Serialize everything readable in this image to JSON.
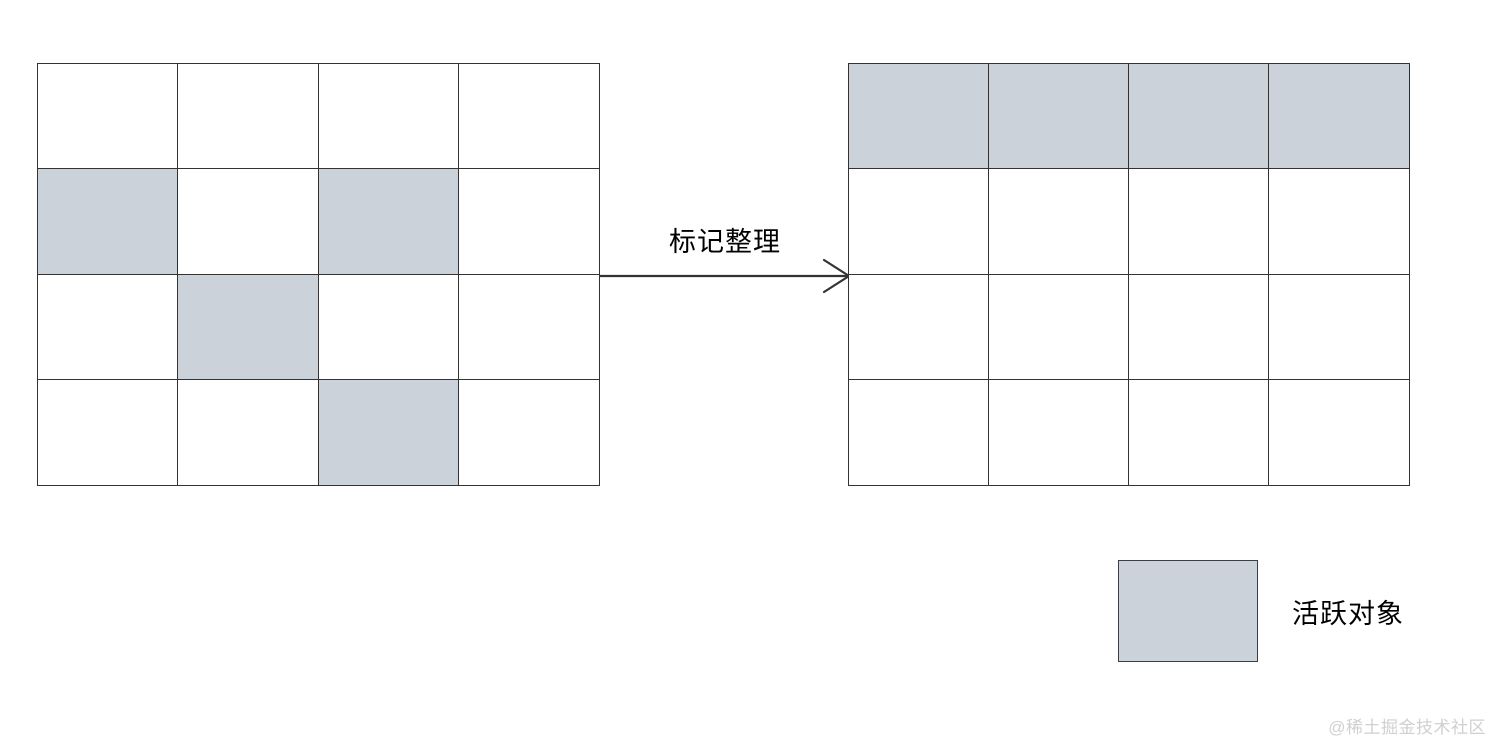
{
  "diagram": {
    "title": "标记整理",
    "colors": {
      "active_object_fill": "#cbd2da",
      "cell_border": "#333333",
      "arrow": "#333333",
      "watermark": "#d0d0d0",
      "background": "#ffffff"
    },
    "heap_before": {
      "name": "heap-before",
      "rows": 4,
      "cols": 4,
      "cells": [
        [
          false,
          false,
          false,
          false
        ],
        [
          true,
          false,
          true,
          false
        ],
        [
          false,
          true,
          false,
          false
        ],
        [
          false,
          false,
          true,
          false
        ]
      ]
    },
    "arrow": {
      "label": "标记整理",
      "direction": "right",
      "head": "open-v"
    },
    "heap_after": {
      "name": "heap-after",
      "rows": 4,
      "cols": 4,
      "cells": [
        [
          true,
          true,
          true,
          true
        ],
        [
          false,
          false,
          false,
          false
        ],
        [
          false,
          false,
          false,
          false
        ],
        [
          false,
          false,
          false,
          false
        ]
      ]
    },
    "legend": {
      "swatch_fill": "#cbd2da",
      "label": "活跃对象"
    },
    "watermark": "@稀土掘金技术社区"
  }
}
